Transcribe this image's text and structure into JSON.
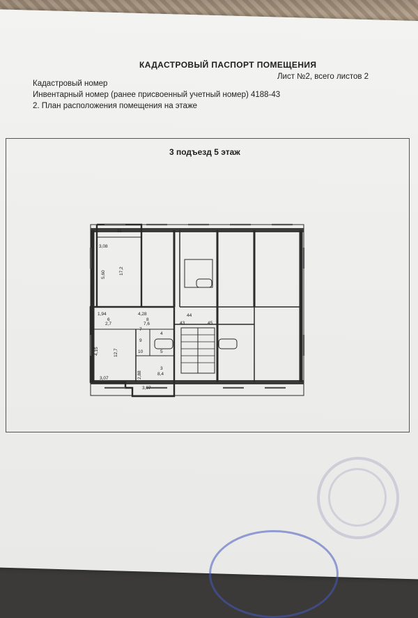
{
  "header": {
    "title": "КАДАСТРОВЫЙ ПАСПОРТ ПОМЕЩЕНИЯ",
    "sheet": "Лист №2, всего листов 2",
    "cadastral_number": "Кадастровый номер",
    "inventory_number": "Инвентарный номер (ранее присвоенный учетный номер) 4188-43",
    "section": "2. План расположения помещения на этаже"
  },
  "plan": {
    "heading": "3 подъезд 5 этаж",
    "labels": {
      "n11": "11",
      "d308": "3,08",
      "d560": "5,60",
      "a172": "17,2",
      "d194": "1,94",
      "d428": "4,28",
      "n6": "6",
      "a27": "2,7",
      "n8": "8",
      "a76": "7,6",
      "n44": "44",
      "n43": "43",
      "n45": "45",
      "n7": "7",
      "n9": "9",
      "n4": "4",
      "n10": "10",
      "n5": "5",
      "d415": "4,15",
      "a127": "12,7",
      "d288": "2,88",
      "n3": "3",
      "a84": "8,4",
      "d307a": "3,07",
      "d307b": "3,07"
    }
  },
  "colors": {
    "paper": "#efefed",
    "ink": "#1e1e1e",
    "stamp": "#4a5ec0"
  }
}
